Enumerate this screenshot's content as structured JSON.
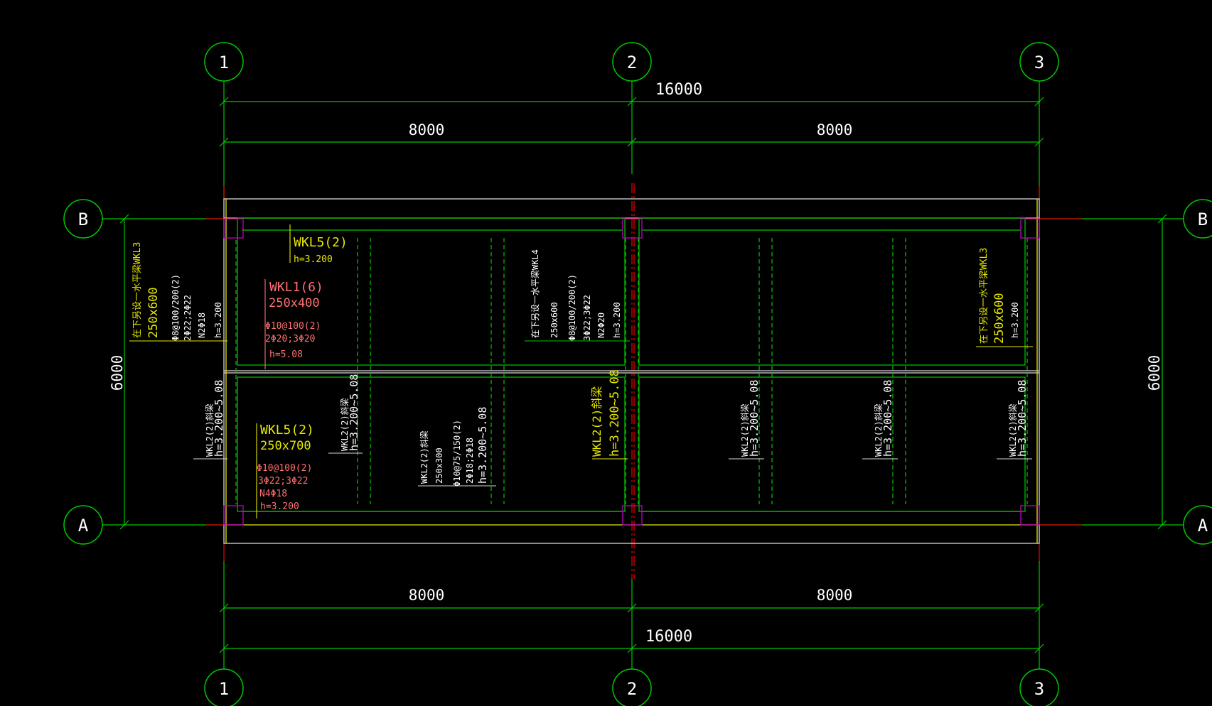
{
  "grid_axes": {
    "vertical": [
      "1",
      "2",
      "3"
    ],
    "horizontal": [
      "B",
      "A"
    ]
  },
  "dimensions": {
    "top_total": "16000",
    "top_bay_left": "8000",
    "top_bay_right": "8000",
    "bottom_bay_left": "8000",
    "bottom_bay_right": "8000",
    "bottom_total": "16000",
    "left_depth": "6000",
    "right_depth": "6000"
  },
  "labels": {
    "wkl5_top": {
      "name": "WKL5(2)",
      "h": "h=3.200"
    },
    "wkl1": {
      "name": "WKL1(6)",
      "size": "250x400",
      "stirrup": "Φ10@100(2)",
      "bars": "2Φ20;3Φ20",
      "h": "h=5.08"
    },
    "wkl3_left": {
      "note": "在下另设一水平梁WKL3",
      "size": "250x600",
      "stirrup": "Φ8@100/200(2)",
      "bars": "2Φ22;2Φ22",
      "n": "N2Φ18",
      "h": "h=3.200"
    },
    "wkl4": {
      "note": "在下另设一水平梁WKL4",
      "size": "250x600",
      "stirrup": "Φ8@100/200(2)",
      "bars": "3Φ22;3Φ22",
      "n": "N2Φ20",
      "h": "h=3.200"
    },
    "wkl3_right": {
      "note": "在下另设一水平梁WKL3",
      "size": "250x600",
      "h": "h=3.200"
    },
    "wkl5_bottom": {
      "name": "WKL5(2)",
      "size": "250x700",
      "stirrup": "Φ10@100(2)",
      "bars": "3Φ22;3Φ22",
      "n": "N4Φ18",
      "h": "h=3.200"
    },
    "wkl2_yellow": {
      "name": "WKL2(2)斜梁",
      "h": "h=3.200~5.08"
    },
    "wkl2_detail": {
      "name": "WKL2(2)斜梁",
      "size": "250x300",
      "stirrup": "Φ10@75/150(2)",
      "bars": "2Φ18;2Φ18",
      "h": "h=3.200~5.08"
    },
    "wkl2_a": {
      "name": "WKL2(2)斜梁",
      "h": "h=3.200~5.08"
    },
    "wkl2_b": {
      "name": "WKL2(2)斜梁",
      "h": "h=3.200~5.08"
    },
    "wkl2_c": {
      "name": "WKL2(2)斜梁",
      "h": "h=3.200~5.08"
    },
    "wkl2_d": {
      "name": "WKL2(2)斜梁",
      "h": "h=3.200~5.08"
    },
    "wkl2_e": {
      "name": "WKL2(2)斜梁",
      "h": "h=3.200~5.08"
    }
  },
  "colors": {
    "background": "#000000",
    "grid": "#00c800",
    "beam": "#e8e800",
    "axis": "#e00000",
    "outline": "#d8d8d8",
    "column": "#c000c0",
    "text_yellow": "#e8e800",
    "text_white": "#ffffff",
    "text_salmon": "#ff7070"
  }
}
